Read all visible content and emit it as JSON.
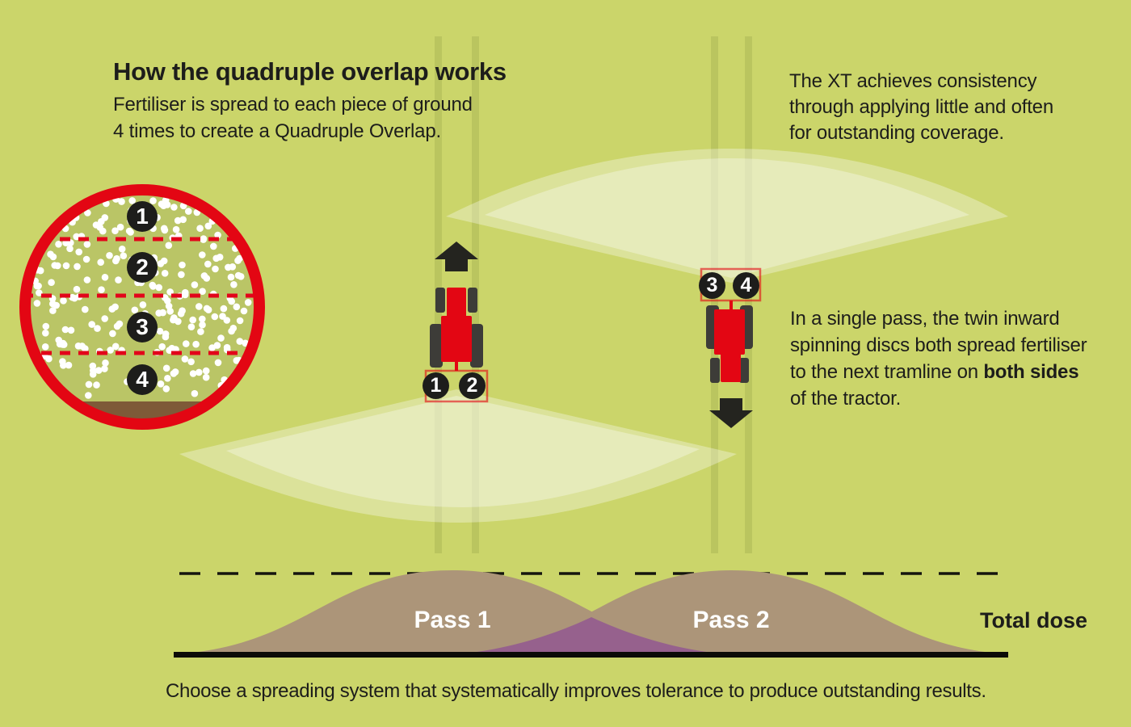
{
  "title": "How the quadruple overlap works",
  "subtitle": {
    "line1": "Fertiliser is spread to each piece of ground",
    "line2": "4 times to create a  Quadruple Overlap."
  },
  "top_right_note": {
    "line1": "The XT achieves consistency",
    "line2": "through applying little and often",
    "line3": "for outstanding coverage."
  },
  "pass_note": {
    "line1": "In a single pass, the twin inward",
    "line2": "spinning discs both spread fertiliser",
    "line3_pre": "to the next tramline on ",
    "line3_bold": "both sides",
    "line4": "of the tractor."
  },
  "soil_inset": {
    "badges": [
      "1",
      "2",
      "3",
      "4"
    ]
  },
  "tractors": {
    "pass1_badges": [
      "1",
      "2"
    ],
    "pass2_badges": [
      "3",
      "4"
    ]
  },
  "dose_chart": {
    "pass1_label": "Pass 1",
    "pass2_label": "Pass 2",
    "total_label": "Total dose"
  },
  "footer_note": "Choose a spreading system that systematically improves tolerance to produce outstanding results.",
  "colors": {
    "background": "#cbd56a",
    "tractor_red": "#e30613",
    "badge_black": "#1d1d1b",
    "soil_brown": "#7e5a38",
    "curve_taupe": "#ac9579",
    "overlap_purple": "#96618d"
  }
}
